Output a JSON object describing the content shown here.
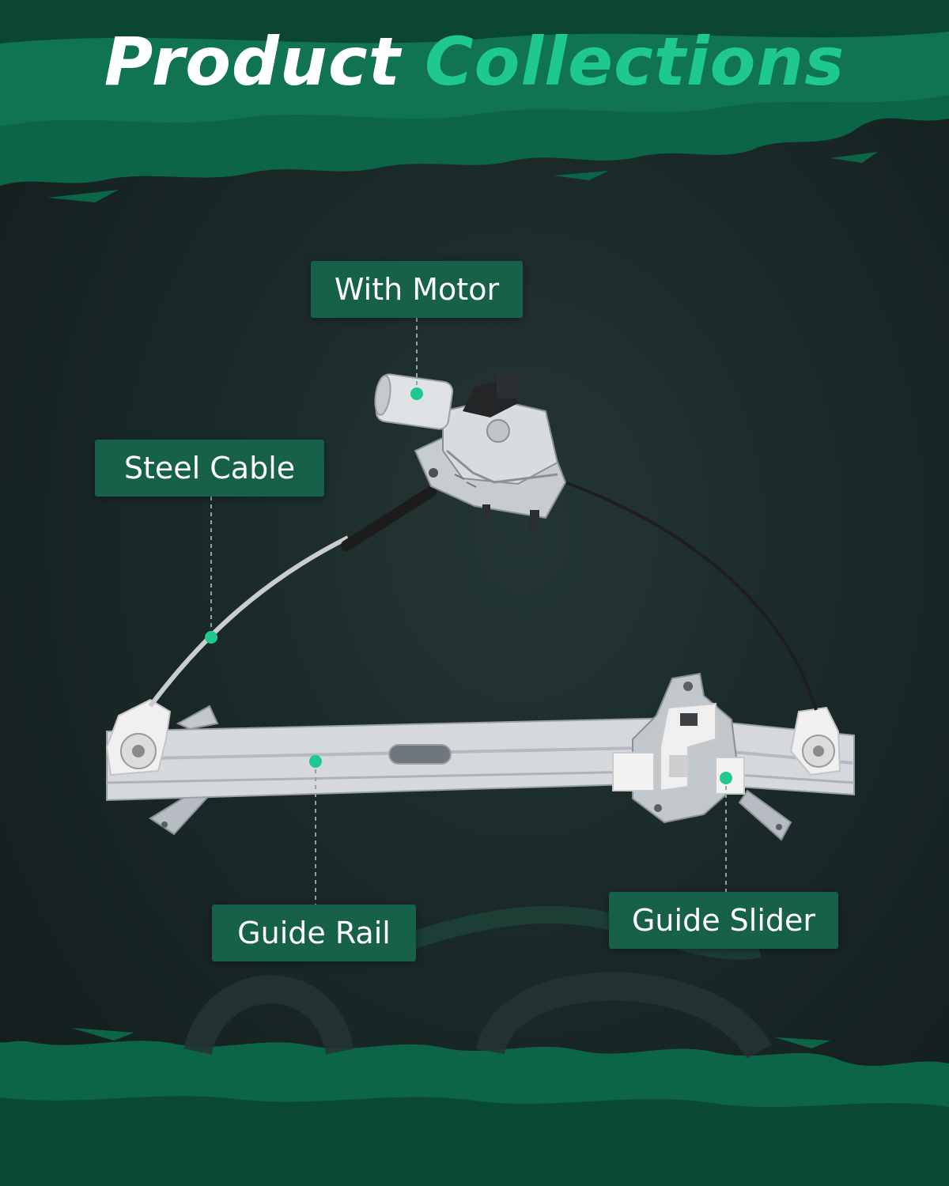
{
  "heading": {
    "word1": "Product",
    "word2": "Collections"
  },
  "callouts": {
    "motor": "With Motor",
    "cable": "Steel Cable",
    "rail": "Guide Rail",
    "slider": "Guide Slider"
  },
  "colors": {
    "accent": "#1fc98d",
    "label_bg": "#17604a",
    "background": "#1a2928",
    "brush": "#0f6c4b"
  }
}
